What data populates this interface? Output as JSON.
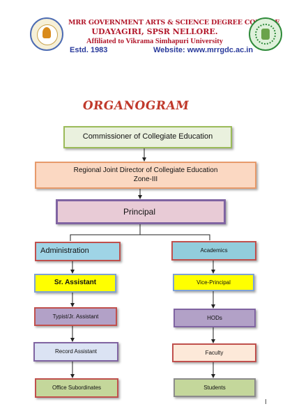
{
  "header": {
    "college_name": "MRR GOVERNMENT ARTS & SCIENCE DEGREE COLLEGE",
    "location": "UDAYAGIRI, SPSR NELLORE.",
    "affiliation": "Affiliated to Vikrama Simhapuri University",
    "established": "Estd. 1983",
    "website": "Website: www.mrrgdc.ac.in",
    "logo_left_icon": "college-emblem-icon",
    "logo_right_icon": "state-emblem-icon"
  },
  "diagram": {
    "title": "ORGANOGRAM",
    "nodes": {
      "commissioner": "Commissioner of Collegiate Education",
      "regional_line1": "Regional Joint Director of Collegiate Education",
      "regional_line2": "Zone-III",
      "principal": "Principal",
      "administration": "Administration",
      "academics": "Academics",
      "sr_assistant": "Sr. Assistant",
      "vice_principal": "Vice-Principal",
      "typist": "Typist/Jr. Assistant",
      "hods": "HODs",
      "record_assistant": "Record Assistant",
      "faculty": "Faculty",
      "office_subordinates": "Office Subordinates",
      "students": "Students"
    },
    "edges": [
      [
        "commissioner",
        "regional"
      ],
      [
        "regional",
        "principal"
      ],
      [
        "principal",
        "administration"
      ],
      [
        "principal",
        "academics"
      ],
      [
        "administration",
        "sr_assistant"
      ],
      [
        "sr_assistant",
        "typist"
      ],
      [
        "typist",
        "record_assistant"
      ],
      [
        "record_assistant",
        "office_subordinates"
      ],
      [
        "academics",
        "vice_principal"
      ],
      [
        "vice_principal",
        "hods"
      ],
      [
        "hods",
        "faculty"
      ],
      [
        "faculty",
        "students"
      ]
    ]
  }
}
